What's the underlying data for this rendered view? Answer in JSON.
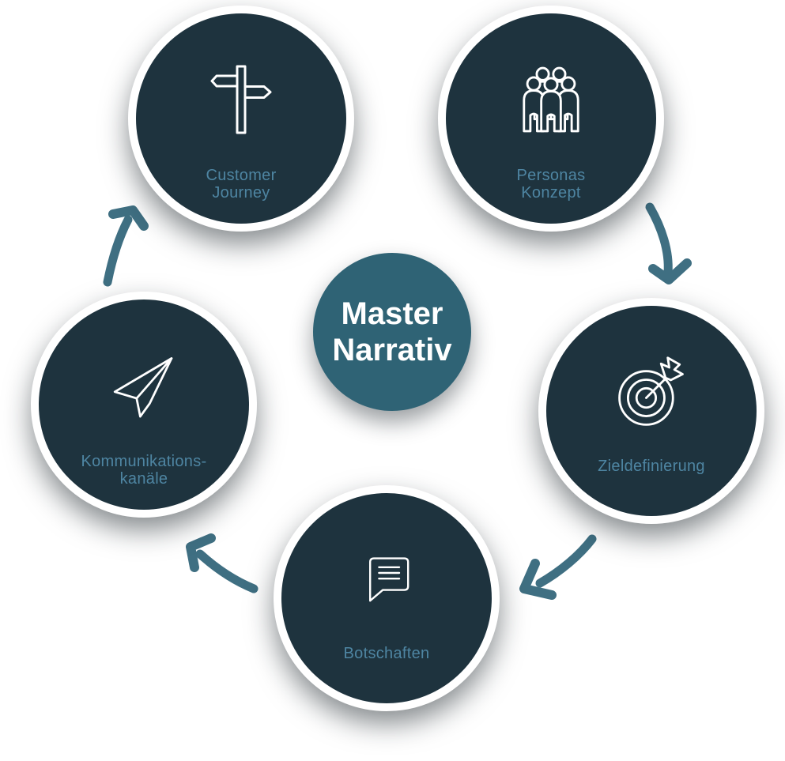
{
  "theme": {
    "background": "#ffffff",
    "node_fill": "#1e333e",
    "node_ring": "#ffffff",
    "center_fill": "#2f6375",
    "center_text": "#ffffff",
    "label_text": "#4e85a2",
    "icon_stroke": "#ffffff",
    "arrow": "#3f6f82"
  },
  "center": {
    "line1": "Master",
    "line2": "Narrativ"
  },
  "nodes": [
    {
      "id": "customer-journey",
      "icon": "signpost-icon",
      "label_line1": "Customer",
      "label_line2": "Journey"
    },
    {
      "id": "personas-konzept",
      "icon": "people-group-icon",
      "label_line1": "Personas",
      "label_line2": "Konzept"
    },
    {
      "id": "zieldefinierung",
      "icon": "target-icon",
      "label_line1": "Zieldefinierung",
      "label_line2": ""
    },
    {
      "id": "botschaften",
      "icon": "speech-bubble-icon",
      "label_line1": "Botschaften",
      "label_line2": ""
    },
    {
      "id": "kommunikationskanaele",
      "icon": "paper-plane-icon",
      "label_line1": "Kommunikations-",
      "label_line2": "kanäle"
    }
  ]
}
